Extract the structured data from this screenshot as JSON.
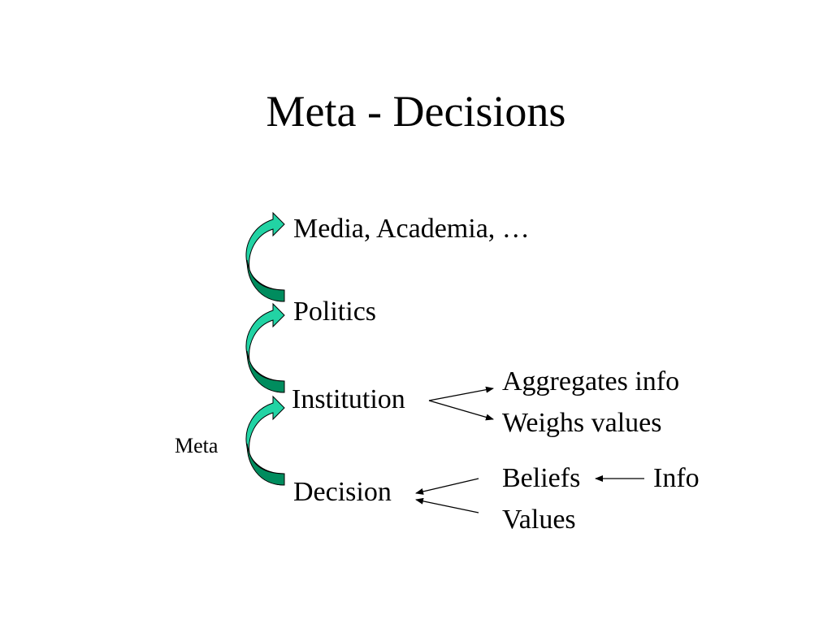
{
  "slide": {
    "title": "Meta - Decisions"
  },
  "levels": {
    "media": "Media, Academia, …",
    "politics": "Politics",
    "institution": "Institution",
    "decision": "Decision",
    "meta": "Meta"
  },
  "institution_roles": {
    "aggregates": "Aggregates info",
    "weighs": "Weighs values"
  },
  "decision_inputs": {
    "beliefs": "Beliefs",
    "info": "Info",
    "values": "Values"
  },
  "colors": {
    "curved_arrow_light": "#22d3a4",
    "curved_arrow_dark": "#008c5e",
    "outline": "#000000"
  },
  "icons": {
    "curved_arrows": "curved-up-arrow-icon"
  }
}
